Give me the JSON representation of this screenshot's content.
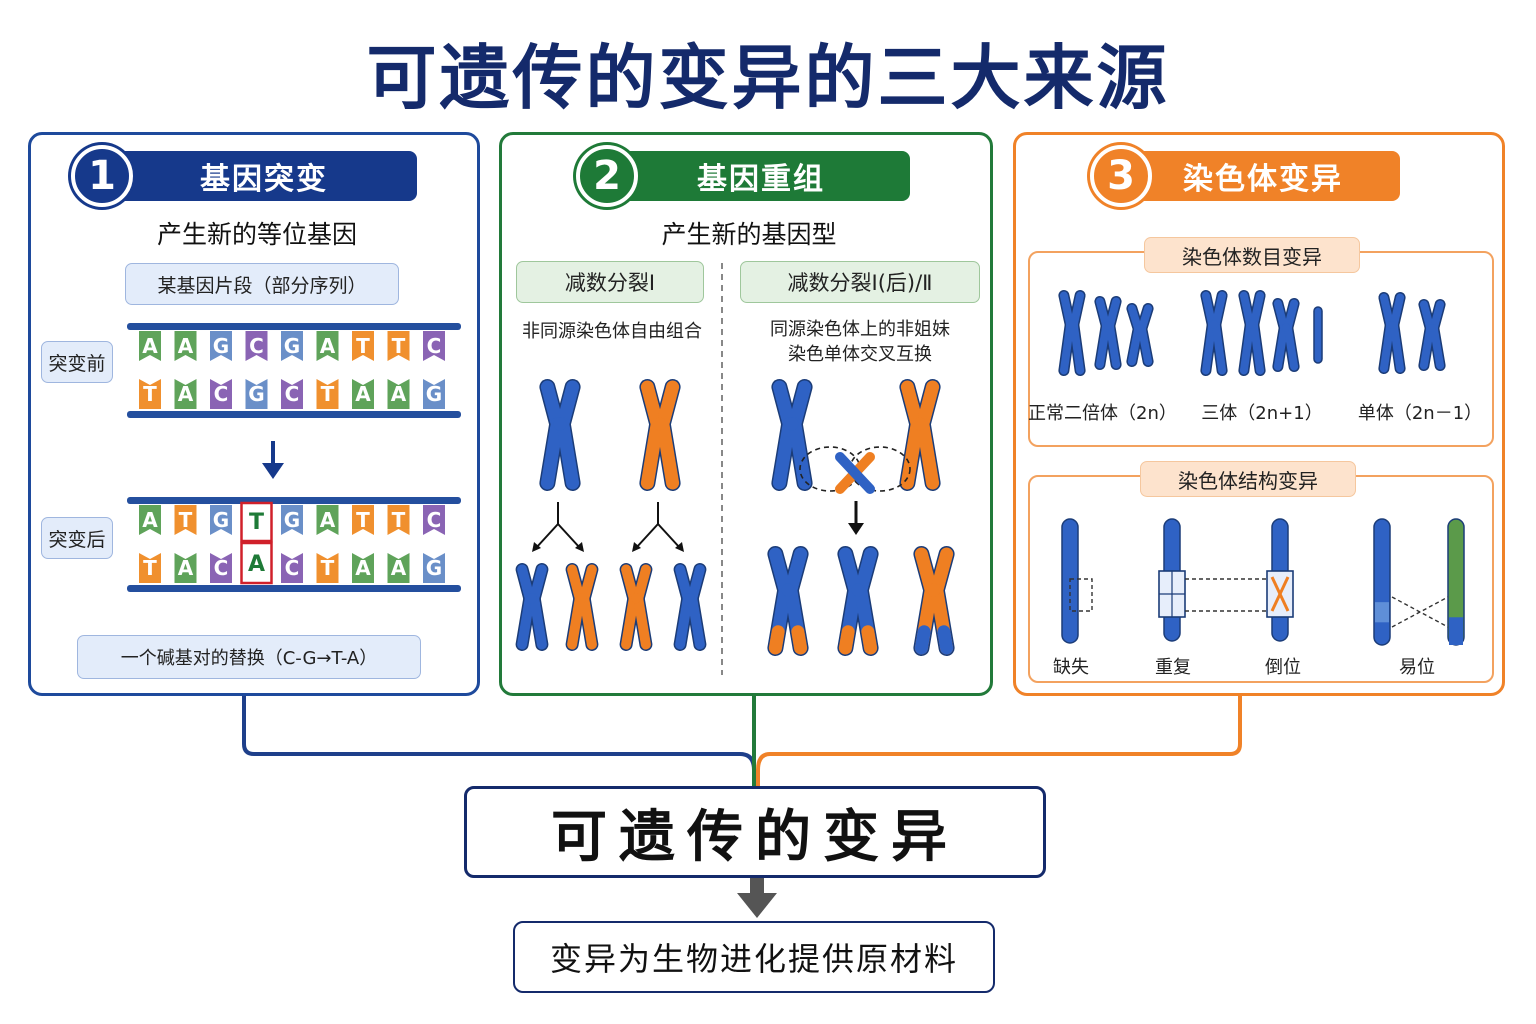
{
  "title": "可遗传的变异的三大来源",
  "panel1": {
    "number": "1",
    "title": "基因突变",
    "subtitle": "产生新的等位基因",
    "segment_label": "某基因片段（部分序列）",
    "before_label": "突变前",
    "after_label": "突变后",
    "before_top": [
      "A",
      "A",
      "G",
      "C",
      "G",
      "A",
      "T",
      "T",
      "C"
    ],
    "before_bottom": [
      "T",
      "A",
      "C",
      "G",
      "C",
      "T",
      "A",
      "A",
      "G"
    ],
    "after_top": [
      "A",
      "T",
      "G",
      "T",
      "G",
      "A",
      "T",
      "T",
      "C"
    ],
    "after_bottom": [
      "T",
      "A",
      "C",
      "A",
      "C",
      "T",
      "A",
      "A",
      "G"
    ],
    "caption": "一个碱基对的替换（C-G→T-A）"
  },
  "panel2": {
    "number": "2",
    "title": "基因重组",
    "subtitle": "产生新的基因型",
    "left_tag": "减数分裂Ⅰ",
    "left_desc": "非同源染色体自由组合",
    "right_tag": "减数分裂Ⅰ(后)/Ⅱ",
    "right_desc_1": "同源染色体上的非姐妹",
    "right_desc_2": "染色单体交叉互换"
  },
  "panel3": {
    "number": "3",
    "title": "染色体变异",
    "number_tag": "染色体数目变异",
    "number_items": [
      "正常二倍体（2n）",
      "三体（2n+1）",
      "单体（2n－1）"
    ],
    "structure_tag": "染色体结构变异",
    "structure_items": [
      "缺失",
      "重复",
      "倒位",
      "易位"
    ]
  },
  "result": "可遗传的变异",
  "conclusion": "变异为生物进化提供原材料",
  "colors": {
    "navy": "#142a6b",
    "blue": "#2f5fc0",
    "green": "#227a3a",
    "orange": "#f08228",
    "base_A": "#5fa35a",
    "base_T": "#f0902e",
    "base_G": "#6a8fc8",
    "base_C": "#8a64b4"
  }
}
